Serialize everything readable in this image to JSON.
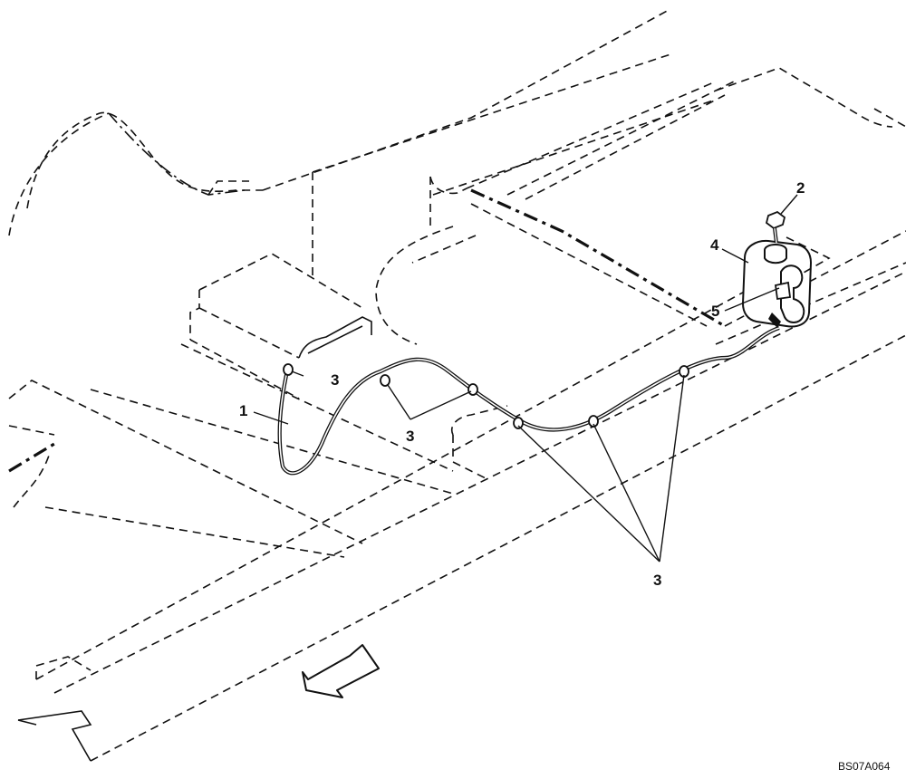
{
  "callouts": {
    "tube": "1",
    "bolt": "2",
    "clamp_left": "3",
    "clamp_center": "3",
    "clamp_right": "3",
    "tank": "4",
    "bracket": "5"
  },
  "figure_code": "BS07A064",
  "icons": {
    "direction_arrow": "front-direction-arrow-icon"
  }
}
